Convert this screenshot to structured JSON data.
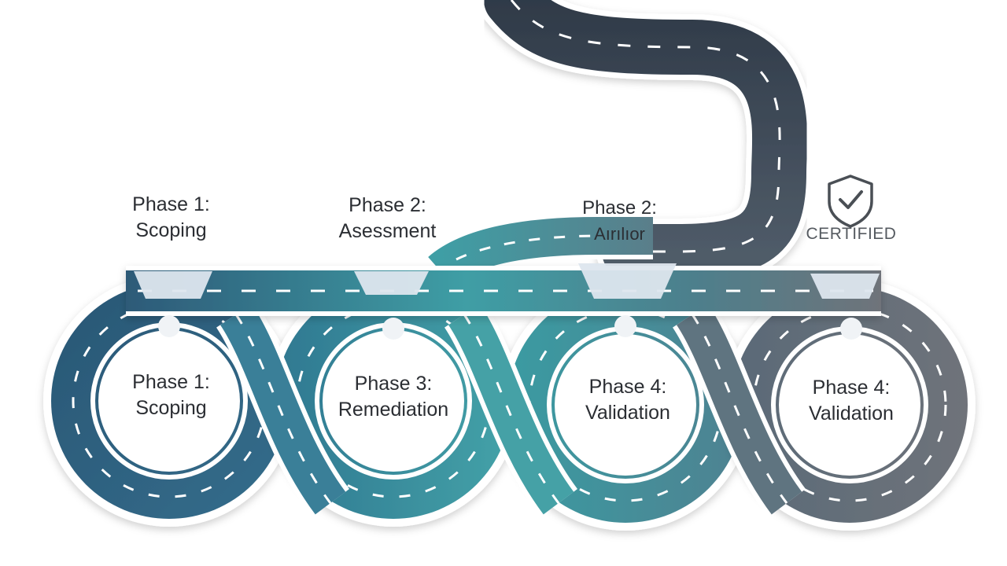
{
  "top_labels": [
    {
      "line1": "Phase 1:",
      "line2": "Scoping"
    },
    {
      "line1": "Phase 2:",
      "line2": "Asessment"
    },
    {
      "line1": "Phase 2:",
      "line2": "Aırılıor"
    }
  ],
  "loop_labels": [
    {
      "line1": "Phase 1:",
      "line2": "Scoping"
    },
    {
      "line1": "Phase 3:",
      "line2": "Remediation"
    },
    {
      "line1": "Phase 4:",
      "line2": "Validation"
    },
    {
      "line1": "Phase 4:",
      "line2": "Validation"
    }
  ],
  "badge": {
    "icon": "shield-check-icon",
    "text": "CERTIFIED"
  },
  "colors": {
    "road_navy": "#2d5a78",
    "road_teal": "#3f9ea5",
    "road_slate": "#4d5864",
    "road_gray": "#6f737a",
    "lane_marking": "#ffffff",
    "road_border": "#ffffff"
  }
}
